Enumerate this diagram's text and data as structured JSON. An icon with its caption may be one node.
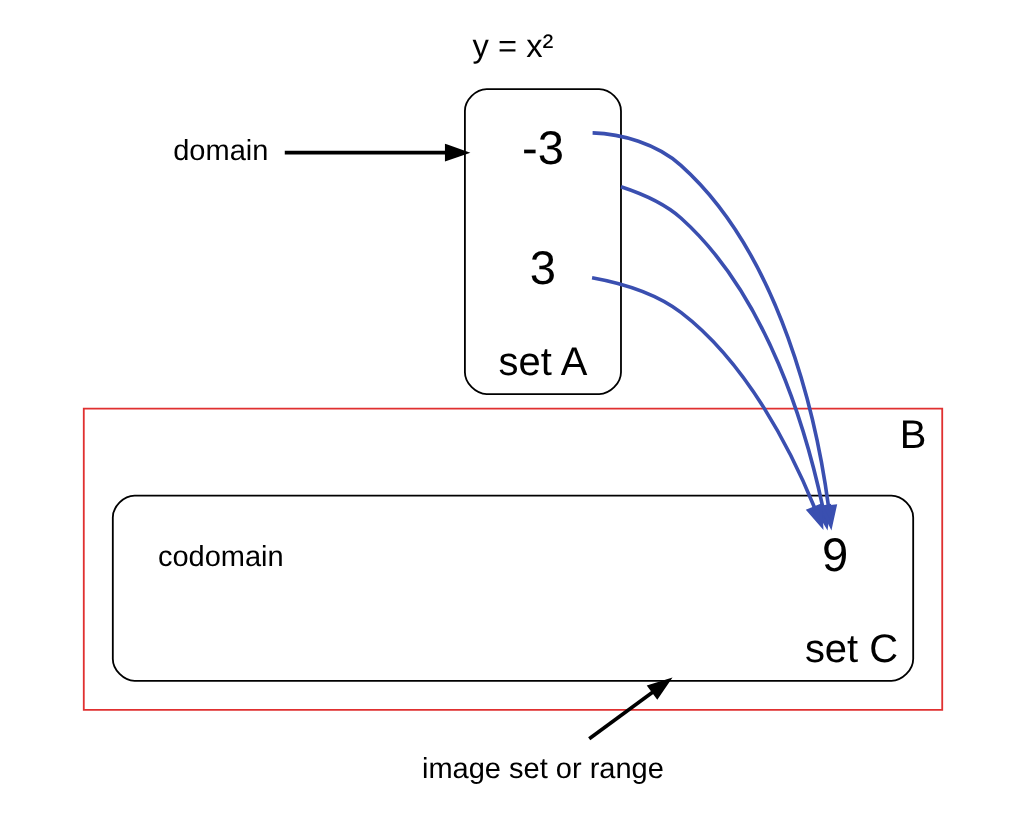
{
  "diagram": {
    "title": "y = x²",
    "nodes": [
      {
        "text": [
          "domain"
        ]
      },
      {
        "text": [
          "set A"
        ]
      },
      {
        "text": [
          "-3"
        ],
        "in": 1
      },
      {
        "text": [
          "3"
        ],
        "in": 1
      },
      {
        "text": [
          "B"
        ]
      },
      {
        "text": [
          "set C"
        ],
        "in": 4,
        "beside": [
          "codomain"
        ]
      },
      {
        "text": [
          "9"
        ],
        "in": 5
      },
      {
        "text": [
          "image set or range"
        ]
      }
    ],
    "edges": [
      {
        "from": 0,
        "to": 1,
        "arrow": "to",
        "color": "#000000"
      },
      {
        "from": 1,
        "to": 6,
        "arrow": "to"
      },
      {
        "from": 2,
        "to": 6,
        "arrow": "to"
      },
      {
        "from": 3,
        "to": 6,
        "arrow": "to"
      },
      {
        "from": 7,
        "to": 5,
        "arrow": "to",
        "color": "#000000"
      }
    ]
  }
}
